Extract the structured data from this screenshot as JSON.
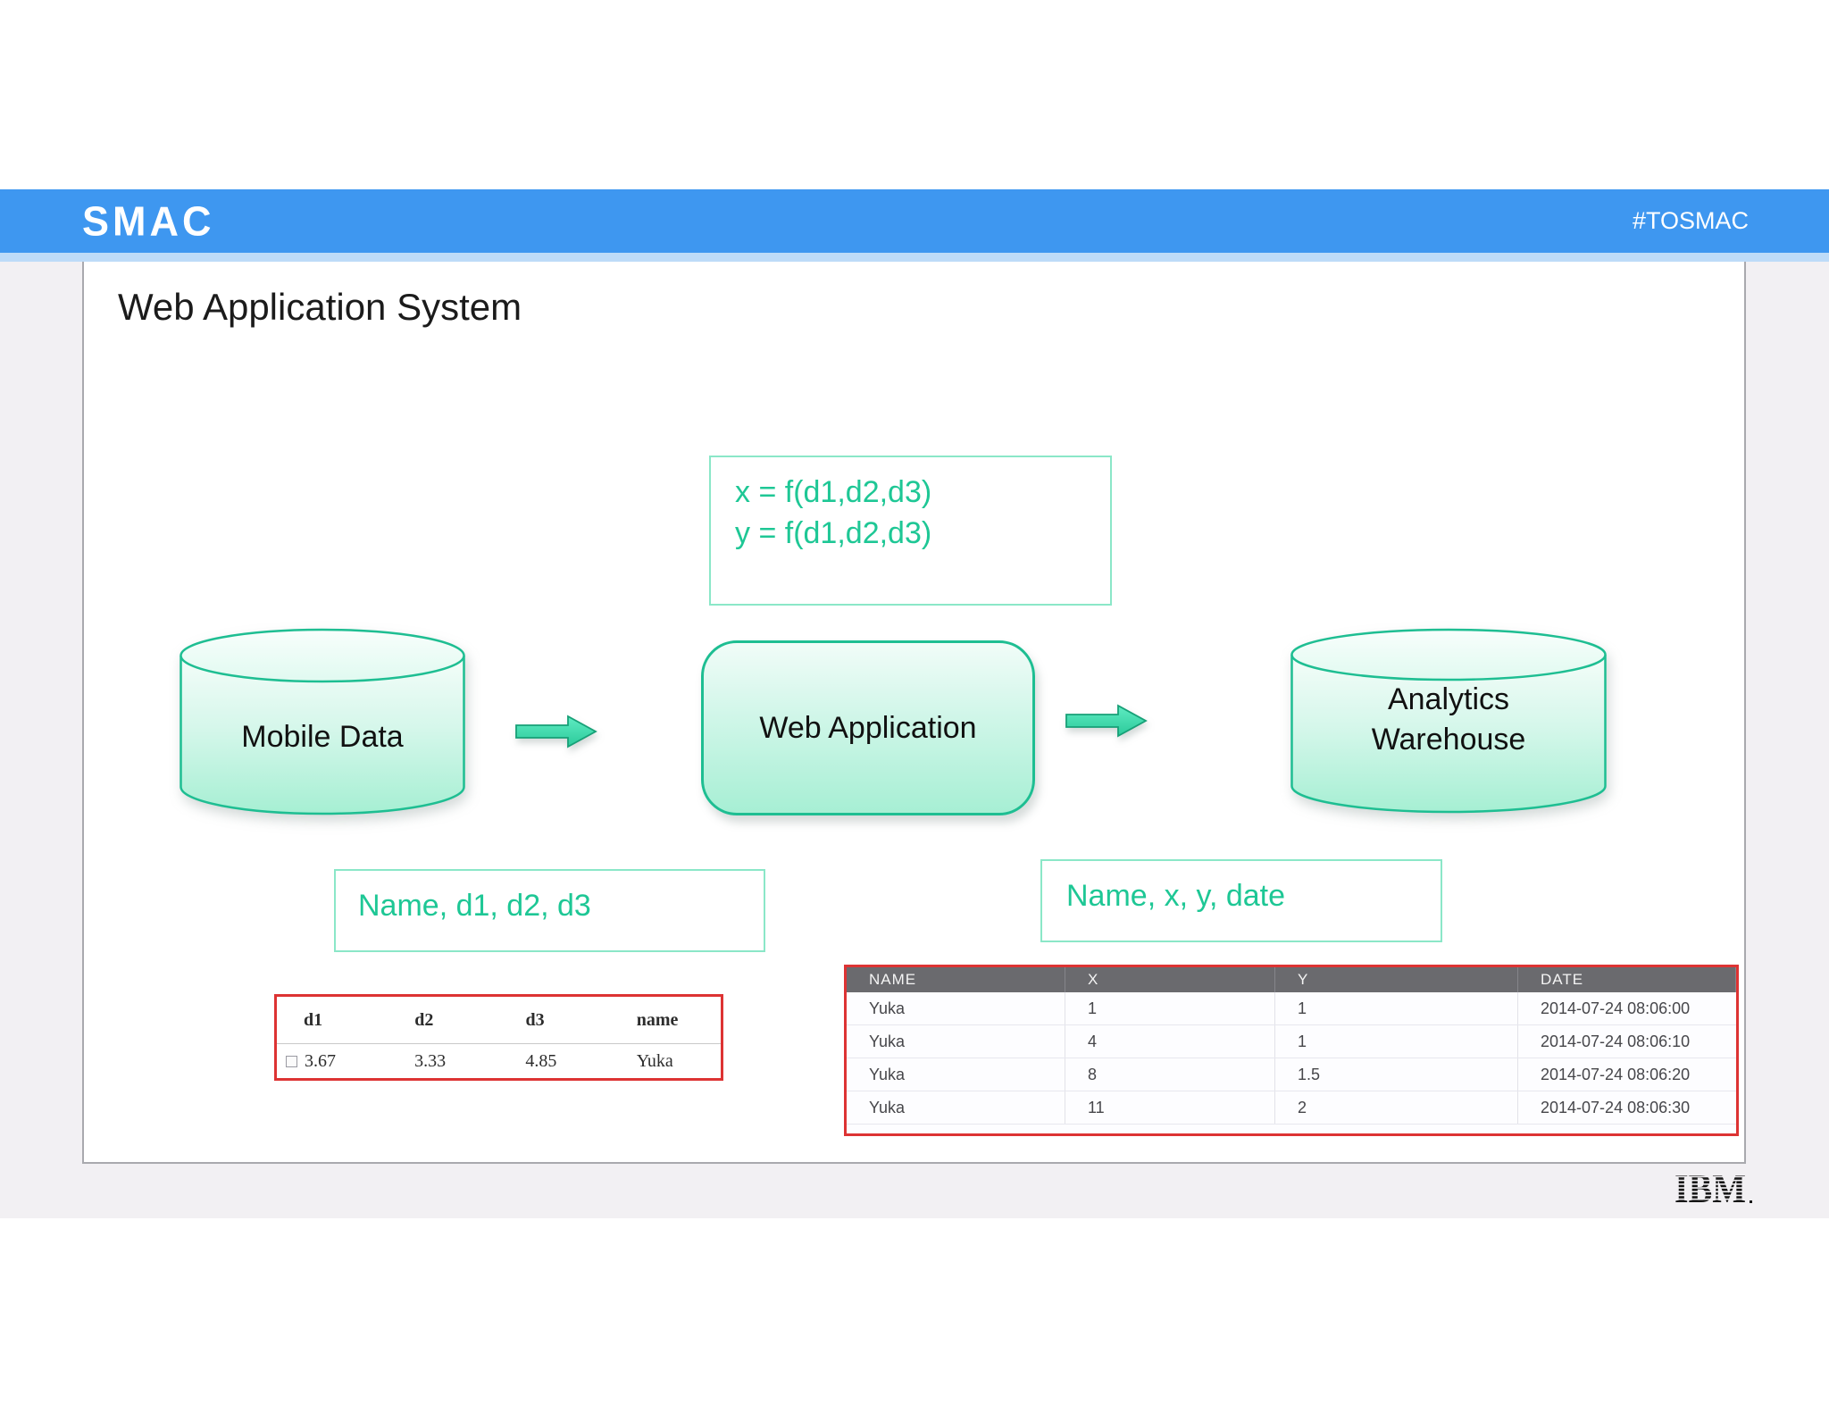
{
  "header": {
    "logo": "SMAC",
    "hashtag": "#TOSMAC"
  },
  "slide": {
    "title": "Web Application System",
    "formula_box": {
      "lines": [
        "x = f(d1,d2,d3)",
        "y = f(d1,d2,d3)"
      ]
    },
    "nodes": {
      "mobile_data": {
        "label": "Mobile Data"
      },
      "web_application": {
        "label": "Web Application"
      },
      "analytics_warehouse": {
        "line1": "Analytics",
        "line2": "Warehouse"
      }
    },
    "label_boxes": {
      "mobile_fields": "Name, d1, d2, d3",
      "warehouse_fields": "Name, x, y, date"
    },
    "small_table": {
      "headers": [
        "d1",
        "d2",
        "d3",
        "name"
      ],
      "row": [
        "3.67",
        "3.33",
        "4.85",
        "Yuka"
      ]
    },
    "big_table": {
      "headers": [
        "NAME",
        "X",
        "Y",
        "DATE"
      ],
      "rows": [
        [
          "Yuka",
          "1",
          "1",
          "2014-07-24 08:06:00"
        ],
        [
          "Yuka",
          "4",
          "1",
          "2014-07-24 08:06:10"
        ],
        [
          "Yuka",
          "8",
          "1.5",
          "2014-07-24 08:06:20"
        ],
        [
          "Yuka",
          "11",
          "2",
          "2014-07-24 08:06:30"
        ]
      ]
    }
  },
  "footer": {
    "brand": "IBM"
  },
  "colors": {
    "header_blue": "#3E97F0",
    "header_strip_blue": "#BDDBF8",
    "page_gray": "#F2F0F3",
    "diagram_green_stroke": "#1EBE92",
    "diagram_green_fill": "#A7EFD4",
    "text_green": "#1EC795",
    "table_red_border": "#DD3333",
    "table_header_gray": "#6A6A6E"
  }
}
